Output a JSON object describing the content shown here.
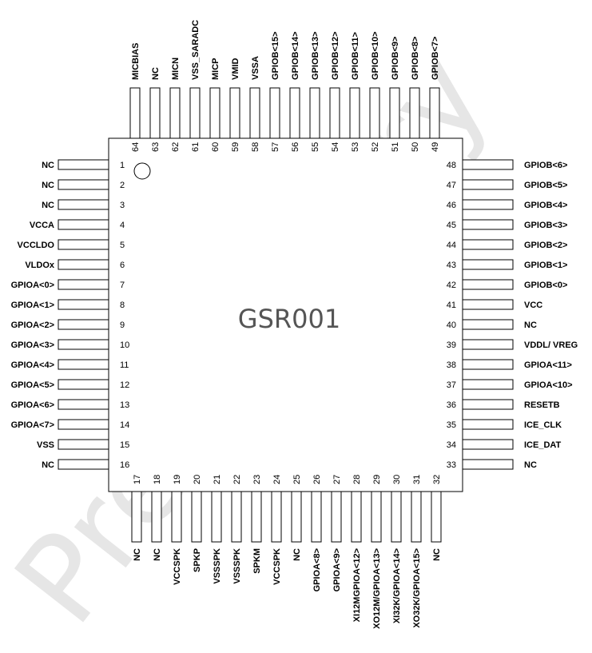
{
  "chip": {
    "name": "GSR001",
    "watermark": "Preliminary"
  },
  "left_pins": [
    {
      "num": "1",
      "label": "NC"
    },
    {
      "num": "2",
      "label": "NC"
    },
    {
      "num": "3",
      "label": "NC"
    },
    {
      "num": "4",
      "label": "VCCA"
    },
    {
      "num": "5",
      "label": "VCCLDO"
    },
    {
      "num": "6",
      "label": "VLDOx"
    },
    {
      "num": "7",
      "label": "GPIOA<0>"
    },
    {
      "num": "8",
      "label": "GPIOA<1>"
    },
    {
      "num": "9",
      "label": "GPIOA<2>"
    },
    {
      "num": "10",
      "label": "GPIOA<3>"
    },
    {
      "num": "11",
      "label": "GPIOA<4>"
    },
    {
      "num": "12",
      "label": "GPIOA<5>"
    },
    {
      "num": "13",
      "label": "GPIOA<6>"
    },
    {
      "num": "14",
      "label": "GPIOA<7>"
    },
    {
      "num": "15",
      "label": "VSS"
    },
    {
      "num": "16",
      "label": "NC"
    }
  ],
  "bottom_pins": [
    {
      "num": "17",
      "label": "NC"
    },
    {
      "num": "18",
      "label": "NC"
    },
    {
      "num": "19",
      "label": "VCCSPK"
    },
    {
      "num": "20",
      "label": "SPKP"
    },
    {
      "num": "21",
      "label": "VSSSPK"
    },
    {
      "num": "22",
      "label": "VSSSPK"
    },
    {
      "num": "23",
      "label": "SPKM"
    },
    {
      "num": "24",
      "label": "VCCSPK"
    },
    {
      "num": "25",
      "label": "NC"
    },
    {
      "num": "26",
      "label": "GPIOA<8>"
    },
    {
      "num": "27",
      "label": "GPIOA<9>"
    },
    {
      "num": "28",
      "label": "XI12MGPIOA<12>"
    },
    {
      "num": "29",
      "label": "XO12M/GPIOA<13>"
    },
    {
      "num": "30",
      "label": "XI32K/GPIOA<14>"
    },
    {
      "num": "31",
      "label": "XO32K/GPIOA<15>"
    },
    {
      "num": "32",
      "label": "NC"
    }
  ],
  "right_pins": [
    {
      "num": "33",
      "label": "NC"
    },
    {
      "num": "34",
      "label": "ICE_DAT"
    },
    {
      "num": "35",
      "label": "ICE_CLK"
    },
    {
      "num": "36",
      "label": "RESETB"
    },
    {
      "num": "37",
      "label": "GPIOA<10>"
    },
    {
      "num": "38",
      "label": "GPIOA<11>"
    },
    {
      "num": "39",
      "label": "VDDL/ VREG"
    },
    {
      "num": "40",
      "label": "NC"
    },
    {
      "num": "41",
      "label": "VCC"
    },
    {
      "num": "42",
      "label": "GPIOB<0>"
    },
    {
      "num": "43",
      "label": "GPIOB<1>"
    },
    {
      "num": "44",
      "label": "GPIOB<2>"
    },
    {
      "num": "45",
      "label": "GPIOB<3>"
    },
    {
      "num": "46",
      "label": "GPIOB<4>"
    },
    {
      "num": "47",
      "label": "GPIOB<5>"
    },
    {
      "num": "48",
      "label": "GPIOB<6>"
    }
  ],
  "top_pins": [
    {
      "num": "49",
      "label": "GPIOB<7>"
    },
    {
      "num": "50",
      "label": "GPIOB<8>"
    },
    {
      "num": "51",
      "label": "GPIOB<9>"
    },
    {
      "num": "52",
      "label": "GPIOB<10>"
    },
    {
      "num": "53",
      "label": "GPIOB<11>"
    },
    {
      "num": "54",
      "label": "GPIOB<12>"
    },
    {
      "num": "55",
      "label": "GPIOB<13>"
    },
    {
      "num": "56",
      "label": "GPIOB<14>"
    },
    {
      "num": "57",
      "label": "GPIOB<15>"
    },
    {
      "num": "58",
      "label": "VSSA"
    },
    {
      "num": "59",
      "label": "VMID"
    },
    {
      "num": "60",
      "label": "MICP"
    },
    {
      "num": "61",
      "label": "VSS_SARADC"
    },
    {
      "num": "62",
      "label": "MICN"
    },
    {
      "num": "63",
      "label": "NC"
    },
    {
      "num": "64",
      "label": "MICBIAS"
    }
  ]
}
